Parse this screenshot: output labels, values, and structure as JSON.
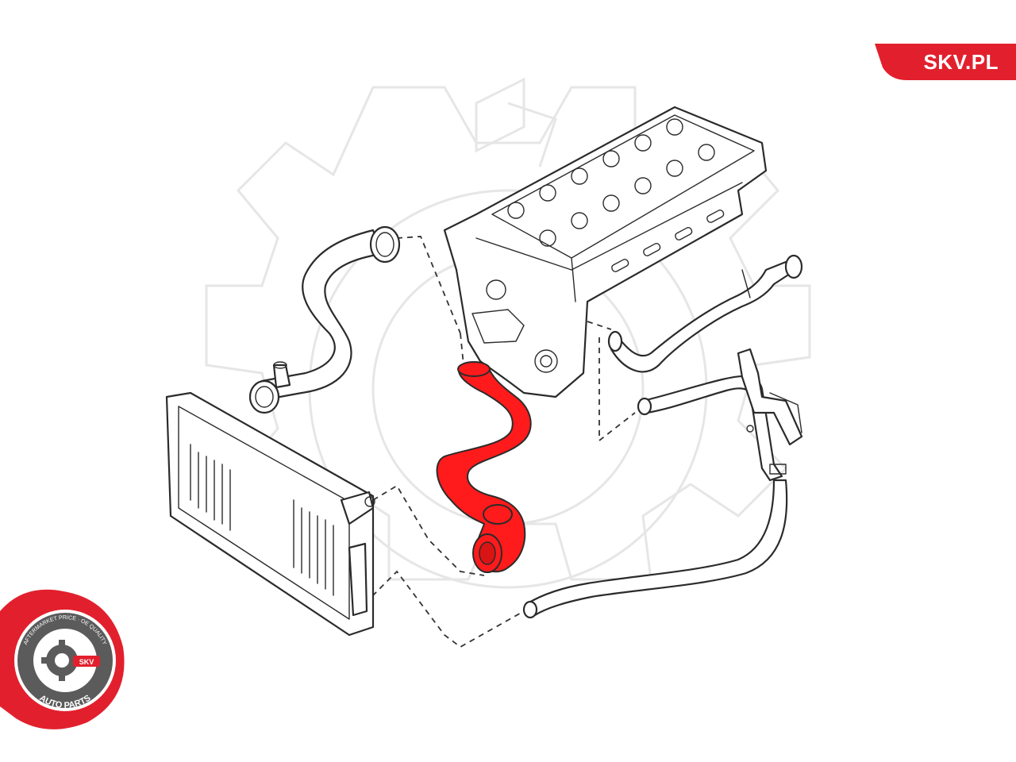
{
  "brand": {
    "site_label": "SKV.PL",
    "banner_color": "#e2202d"
  },
  "seal": {
    "ring_text": "AFTERMARKET PRICE · OE QUALITY",
    "center_text": "SKV",
    "bottom_text": "AUTO PARTS",
    "ring_color": "#e2202d",
    "inner_color": "#5b5b5b"
  },
  "diagram": {
    "highlight_color": "#ff1b1b",
    "line_color": "#2b2b2b",
    "watermark_color": "#e6e6e6"
  }
}
